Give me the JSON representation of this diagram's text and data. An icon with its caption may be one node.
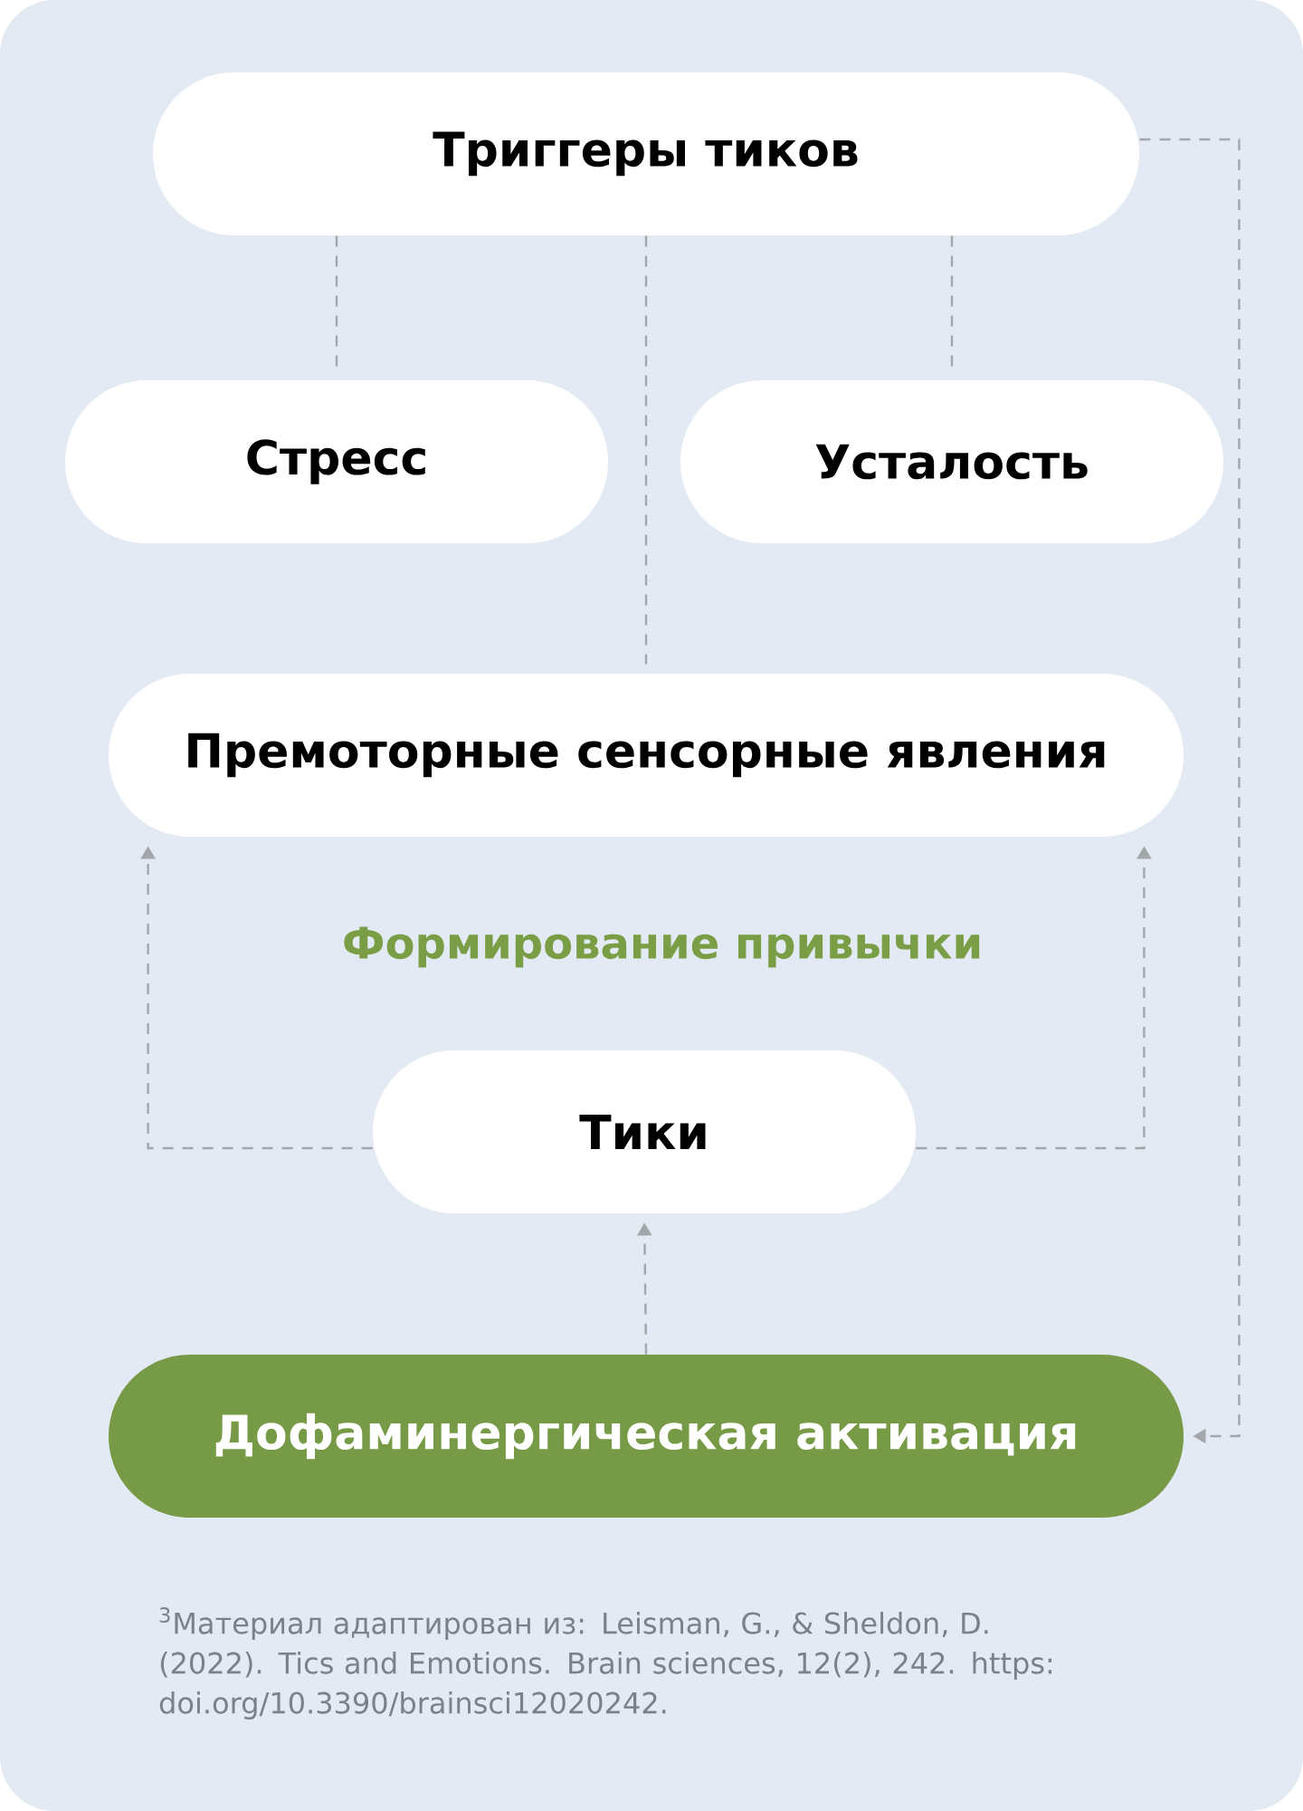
{
  "diagram": {
    "caption": "$^{3}$Материал адаптирован из: Leisman, G., & Sheldon, D. (2022). Tics and Emotions. Brain sciences, 12(2), 242. https: doi.org/10.3390/brainsci12020242.",
    "nodes": [
      {
        "text": [
          "Триггеры тиков"
        ]
      },
      {
        "text": [
          "Стресс"
        ]
      },
      {
        "text": [
          "Усталость"
        ]
      },
      {
        "text": [
          "Премоторные сенсорные явления"
        ]
      },
      {
        "text": [
          "Тики"
        ]
      },
      {
        "text": [
          "Дофаминергическая активация"
        ]
      }
    ],
    "edges": [
      {
        "from": 0,
        "to": 1,
        "arrow": "none"
      },
      {
        "from": 0,
        "to": 3,
        "arrow": "none"
      },
      {
        "from": 0,
        "to": 2,
        "arrow": "none"
      },
      {
        "from": 0,
        "to": 5,
        "arrow": "to"
      },
      {
        "from": 4,
        "to": 3,
        "arrow": "to"
      },
      {
        "from": 4,
        "to": 3,
        "arrow": "to"
      },
      {
        "from": 5,
        "to": 4,
        "arrow": "to"
      }
    ],
    "labels": [
      "Формирование привычки"
    ]
  }
}
